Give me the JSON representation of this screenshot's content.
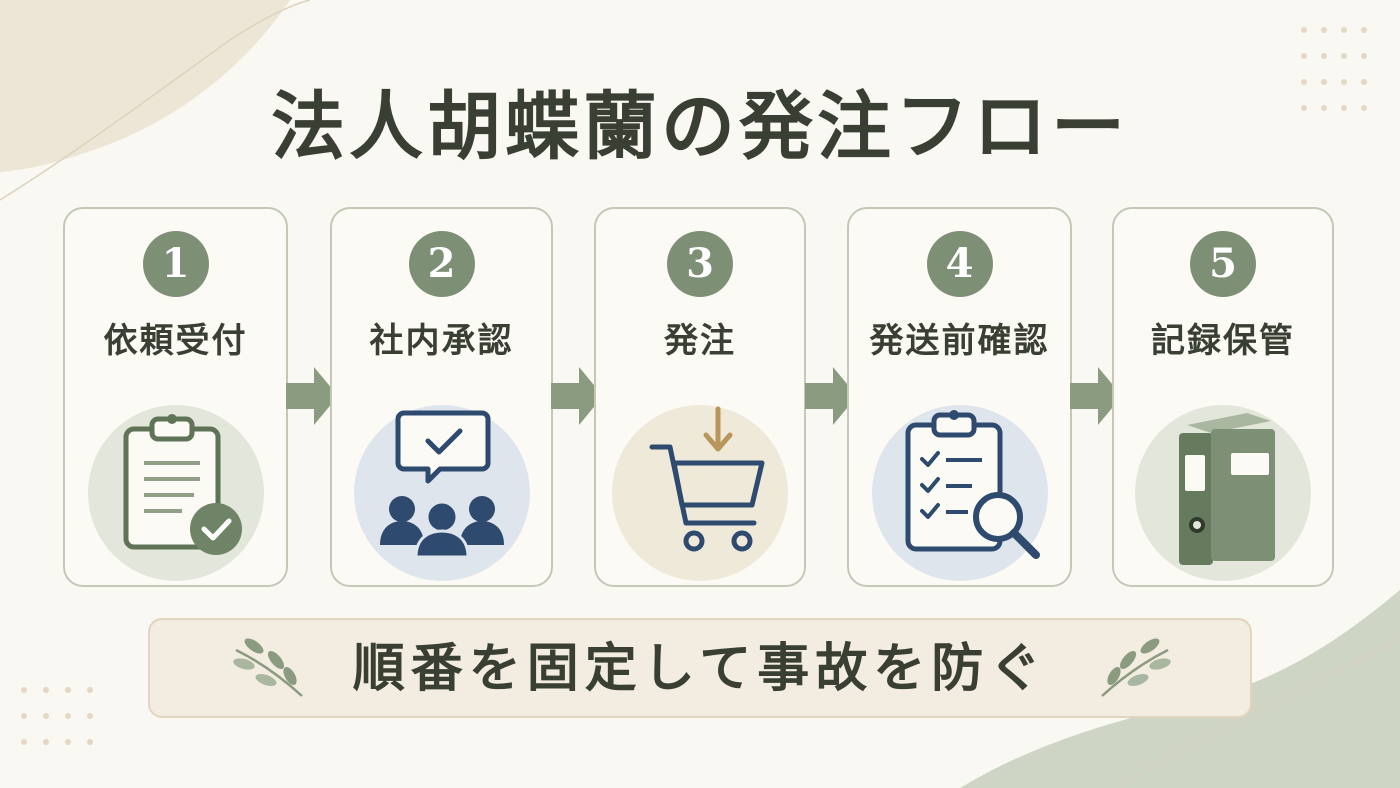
{
  "title": "法人胡蝶蘭の発注フロー",
  "steps": [
    {
      "number": "1",
      "label": "依頼受付",
      "icon": "clipboard-check-icon"
    },
    {
      "number": "2",
      "label": "社内承認",
      "icon": "group-approval-icon"
    },
    {
      "number": "3",
      "label": "発注",
      "icon": "cart-icon"
    },
    {
      "number": "4",
      "label": "発送前確認",
      "icon": "checklist-search-icon"
    },
    {
      "number": "5",
      "label": "記録保管",
      "icon": "binder-icon"
    }
  ],
  "banner": {
    "text": "順番を固定して事故を防ぐ"
  },
  "colors": {
    "accent_green": "#7d9076",
    "navy": "#2e4a6e",
    "gold": "#b8955a",
    "background": "#faf8f2"
  }
}
